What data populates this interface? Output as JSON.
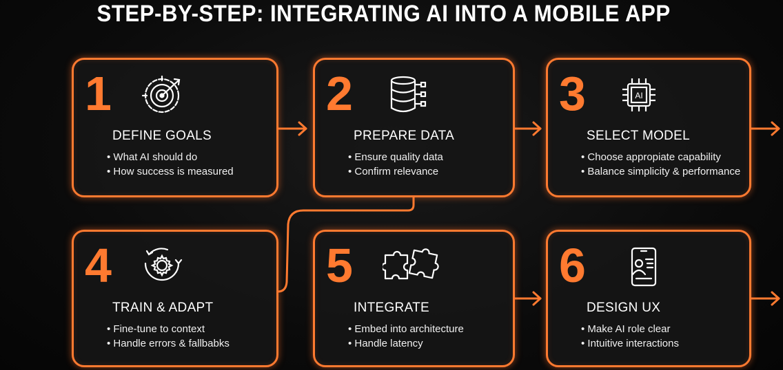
{
  "title": "STEP-BY-STEP: INTEGRATING AI INTO A MOBILE APP",
  "colors": {
    "accent": "#ff7a30",
    "background": "#0a0a0a",
    "text": "#ffffff"
  },
  "steps": [
    {
      "number": "1",
      "heading": "DEFINE GOALS",
      "icon": "target-icon",
      "bullets": [
        "What AI should do",
        "How success is measured"
      ]
    },
    {
      "number": "2",
      "heading": "PREPARE DATA",
      "icon": "database-icon",
      "bullets": [
        "Ensure quality data",
        "Confirm relevance"
      ]
    },
    {
      "number": "3",
      "heading": "SELECT MODEL",
      "icon": "ai-chip-icon",
      "icon_text": "AI",
      "bullets": [
        "Choose appropiate capability",
        "Balance simplicity & performance"
      ]
    },
    {
      "number": "4",
      "heading": "TRAIN & ADAPT",
      "icon": "gear-cycle-icon",
      "bullets": [
        "Fine-tune to context",
        "Handle errors & fallbabks"
      ]
    },
    {
      "number": "5",
      "heading": "INTEGRATE",
      "icon": "puzzle-icon",
      "bullets": [
        "Embed into architecture",
        "Handle latency"
      ]
    },
    {
      "number": "6",
      "heading": "DESIGN UX",
      "icon": "mobile-user-icon",
      "bullets": [
        "Make AI role clear",
        "Intuitive interactions"
      ]
    }
  ]
}
